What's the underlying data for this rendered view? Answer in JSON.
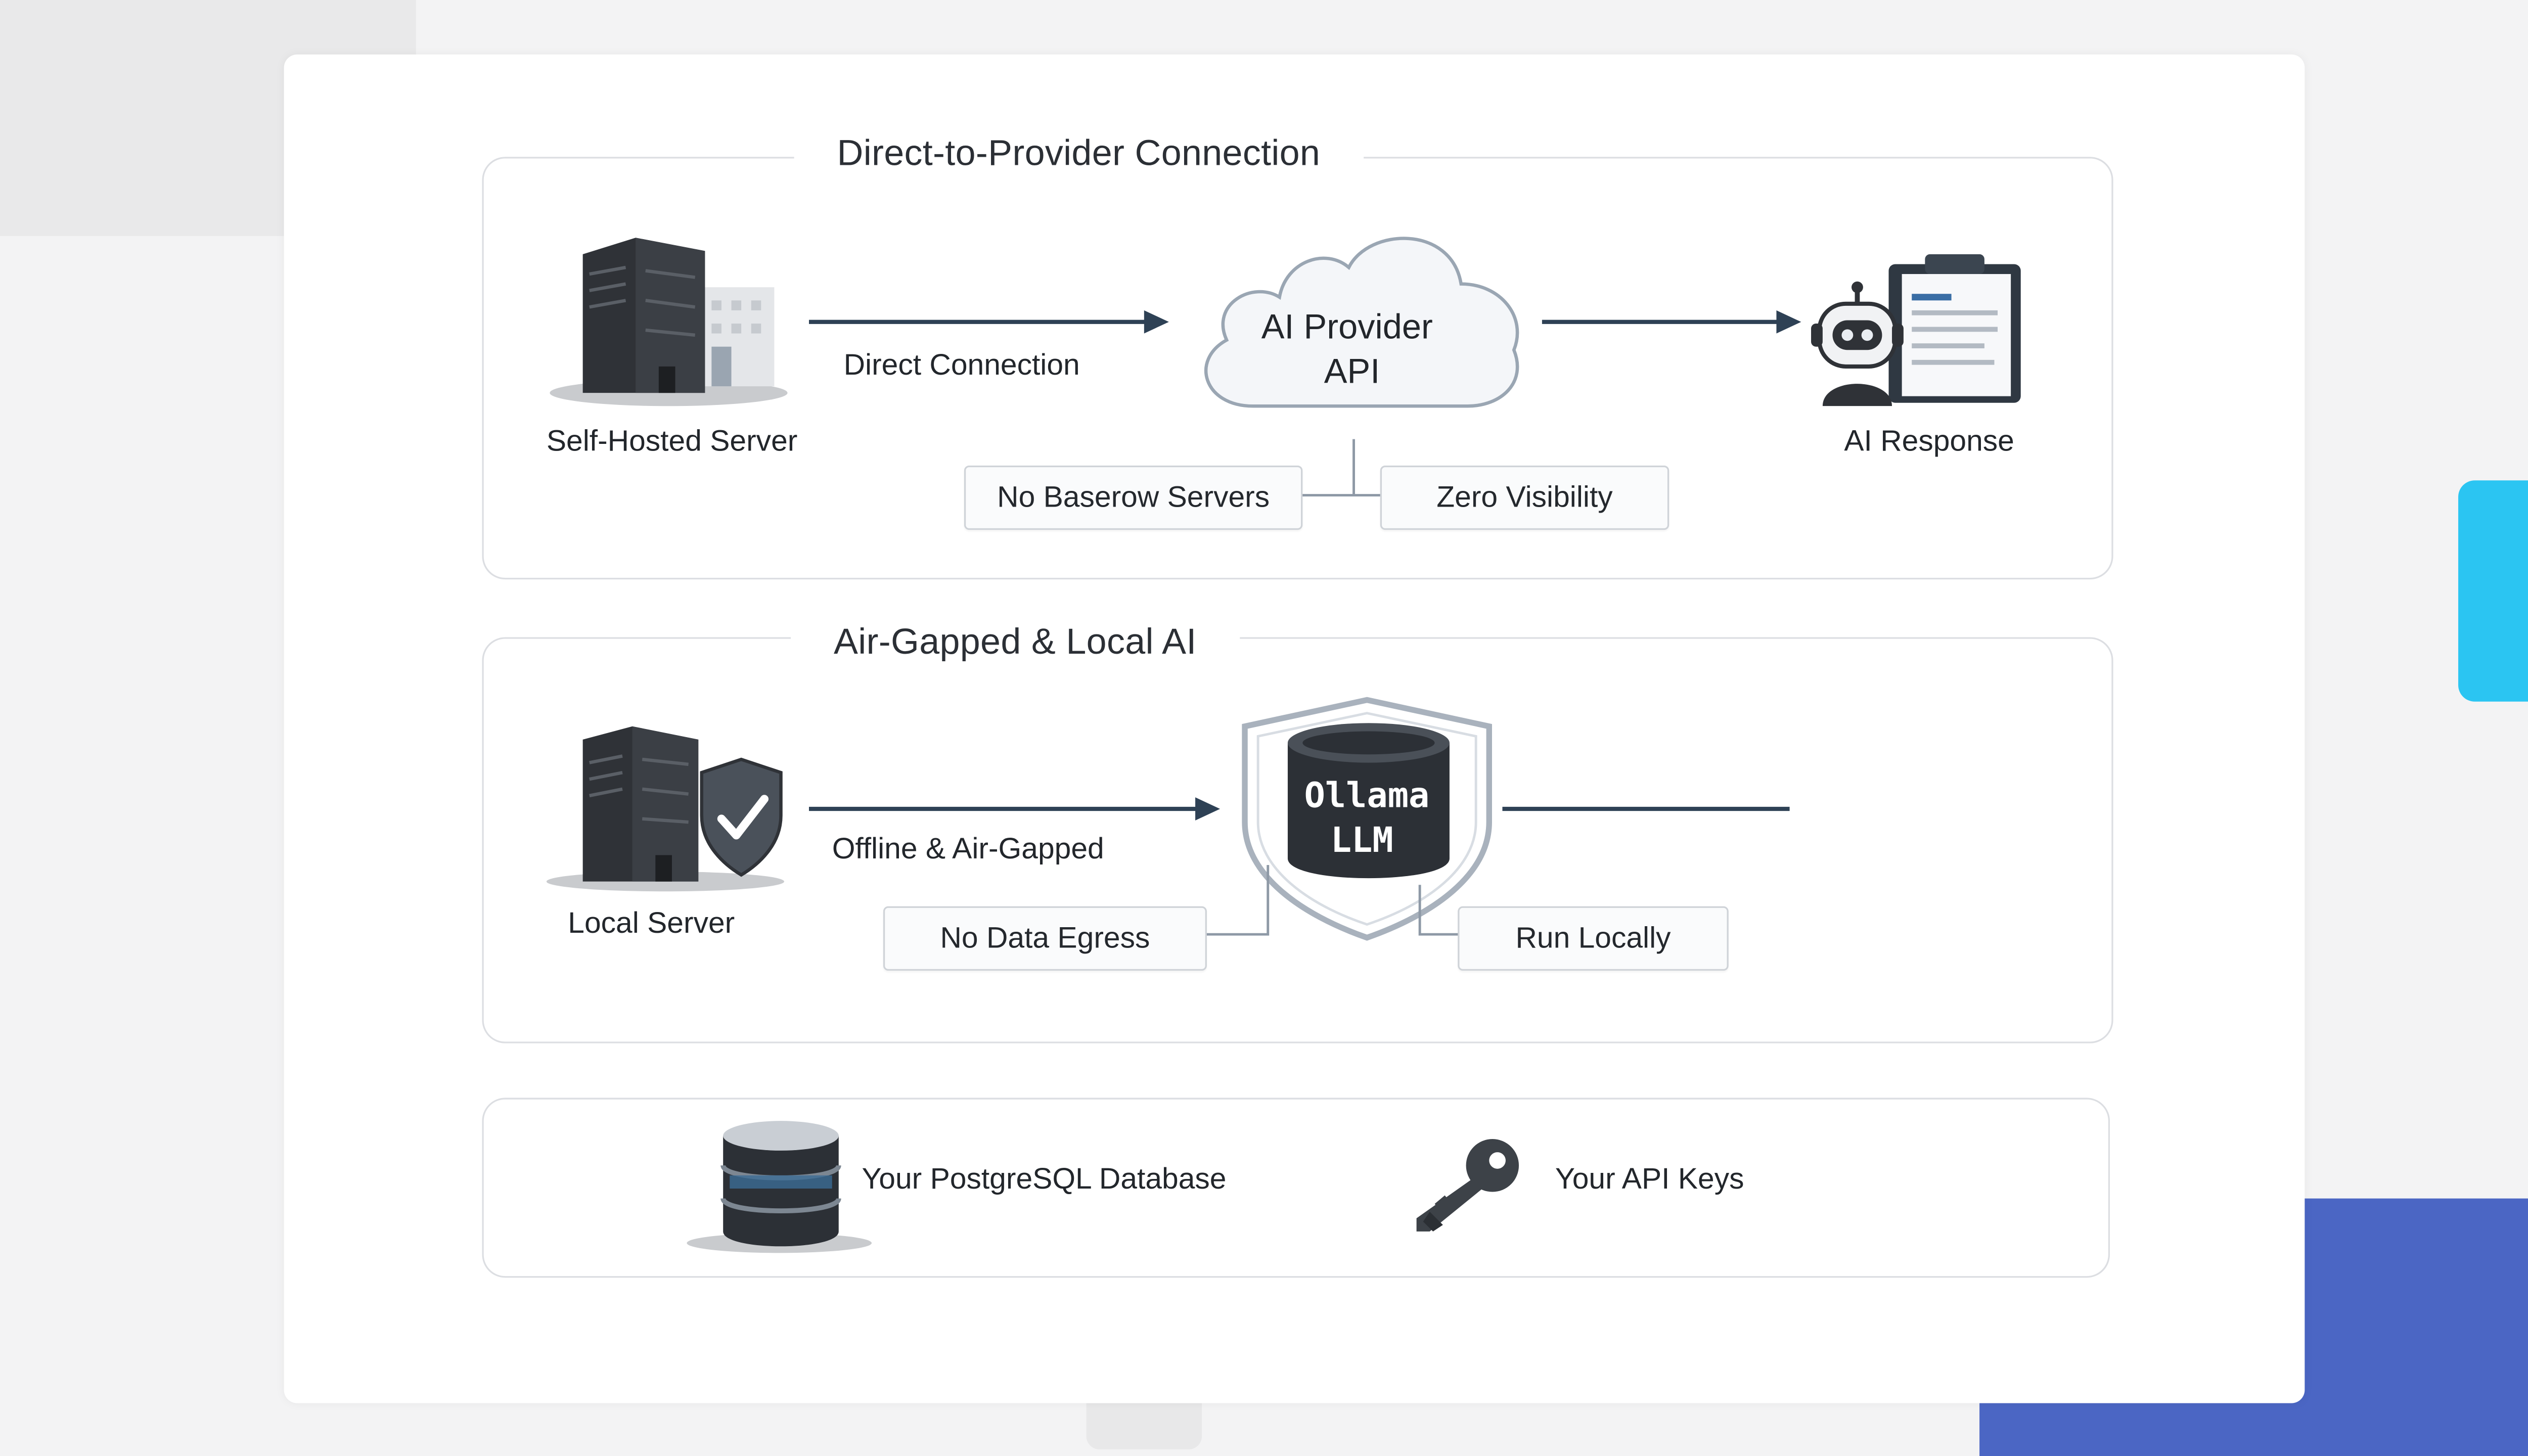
{
  "panels": {
    "direct": {
      "title": "Direct-to-Provider Connection",
      "source_label": "Self-Hosted Server",
      "arrow_label": "Direct Connection",
      "cloud_line1": "AI Provider",
      "cloud_line2": "API",
      "tag_left": "No Baserow Servers",
      "tag_right": "Zero Visibility",
      "target_label": "AI Response"
    },
    "airgapped": {
      "title": "Air-Gapped & Local AI",
      "source_label": "Local Server",
      "arrow_label": "Offline & Air-Gapped",
      "llm_line1": "Ollama",
      "llm_line2": "LLM",
      "tag_left": "No Data Egress",
      "tag_right": "Run Locally"
    },
    "footer": {
      "db_label": "Your PostgreSQL Database",
      "keys_label": "Your API Keys"
    }
  },
  "colors": {
    "arrow": "#2e4155",
    "accent_cyan": "#2bc5f2",
    "accent_indigo": "#4b66c4",
    "server_dark": "#2f3237"
  },
  "icons": [
    "server-building-icon",
    "cloud-icon",
    "robot-icon",
    "clipboard-icon",
    "server-shield-icon",
    "shield-check-icon",
    "database-icon",
    "key-icon"
  ]
}
